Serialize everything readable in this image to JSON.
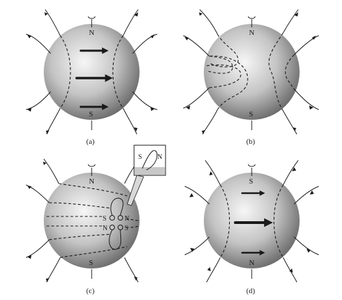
{
  "panels": [
    {
      "id": "a",
      "caption": "(a)",
      "top_pole": "N",
      "bottom_pole": "S"
    },
    {
      "id": "b",
      "caption": "(b)",
      "top_pole": "N",
      "bottom_pole": "S"
    },
    {
      "id": "c",
      "caption": "(c)",
      "top_pole": "N",
      "bottom_pole": "S",
      "spots": {
        "upper_left": "S",
        "upper_right": "N",
        "lower_left": "N",
        "lower_right": "S"
      },
      "inset": {
        "left": "S",
        "right": "N"
      }
    },
    {
      "id": "d",
      "caption": "(d)",
      "top_pole": "S",
      "bottom_pole": "N"
    }
  ],
  "colors": {
    "ink": "#1a1a1a",
    "sphere_light": "#f4f4f4",
    "sphere_dark": "#6e6e6e"
  }
}
